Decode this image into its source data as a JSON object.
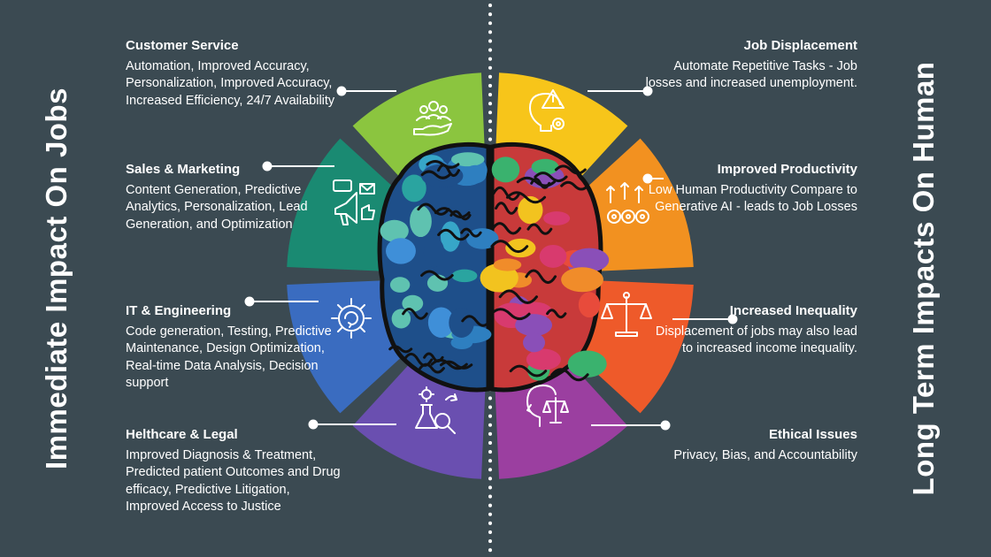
{
  "left_title": "Immediate Impact On Jobs",
  "right_title": "Long Term Impacts On Human",
  "left_items": [
    {
      "title": "Customer Service",
      "text": "Automation, Improved Accuracy, Personalization, Improved Accuracy, Increased Efficiency, 24/7 Availability",
      "color": "#8bc53f",
      "icon": "customer-service-icon"
    },
    {
      "title": "Sales & Marketing",
      "text": "Content Generation, Predictive Analytics, Personalization, Lead Generation, and Optimization",
      "color": "#1a8a72",
      "icon": "megaphone-icon"
    },
    {
      "title": "IT & Engineering",
      "text": "Code generation, Testing, Predictive Maintenance, Design Optimization, Real-time Data Analysis, Decision support",
      "color": "#3a6cc0",
      "icon": "gear-cycle-icon"
    },
    {
      "title": "Helthcare & Legal",
      "text": "Improved Diagnosis & Treatment, Predicted patient Outcomes and Drug efficacy, Predictive Litigation, Improved Access to Justice",
      "color": "#6a4fb0",
      "icon": "lab-flask-icon"
    }
  ],
  "right_items": [
    {
      "title": "Job Displacement",
      "text": "Automate Repetitive Tasks - Job losses and increased unemployment.",
      "color": "#f7c51a",
      "icon": "warning-bulb-icon"
    },
    {
      "title": "Improved Productivity",
      "text": "Low Human Productivity Compare to Generative AI - leads to Job Losses",
      "color": "#f29120",
      "icon": "productivity-gears-icon"
    },
    {
      "title": "Increased Inequality",
      "text": "Displacement of jobs may also lead to increased income inequality.",
      "color": "#ee5a2a",
      "icon": "balance-scale-icon"
    },
    {
      "title": "Ethical Issues",
      "text": "Privacy, Bias, and Accountability",
      "color": "#9b3fa0",
      "icon": "ethics-head-icon"
    }
  ]
}
